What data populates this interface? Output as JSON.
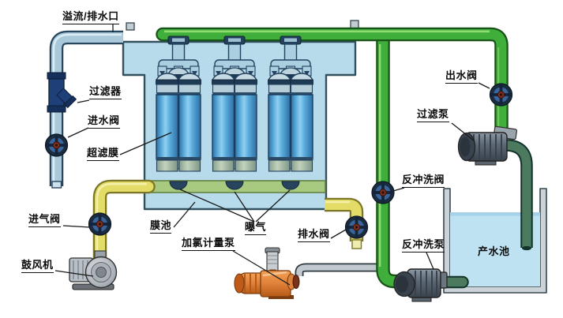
{
  "diagram": {
    "title": "ultrafiltration-membrane-water-treatment-process",
    "labels": {
      "overflow_outlet": "溢流/排水口",
      "filter": "过滤器",
      "inlet_valve": "进水阀",
      "uf_membrane": "超滤膜",
      "air_valve": "进气阀",
      "blower": "鼓风机",
      "membrane_tank": "膜池",
      "chlorine_dosing_pump": "加氯计量泵",
      "aeration": "曝气",
      "drain_valve": "排水阀",
      "backwash_valve": "反冲洗阀",
      "backwash_pump": "反冲洗泵",
      "product_tank": "产水池",
      "outlet_valve": "出水阀",
      "filter_pump": "过滤泵"
    },
    "colors": {
      "water": "#b7dbeb",
      "product_water": "#bfe2f2",
      "pipe_green": "#3fae3a",
      "pipe_dark_green": "#4c7a5e",
      "pipe_yellow": "#e3dc66",
      "pipe_blue": "#a9c9db",
      "aeration_pipe": "#a8ca80",
      "membrane_blue": "#4e9fd2",
      "valve_body": "#1a2c40",
      "valve_hub": "#7e2f1e",
      "pump_orange": "#e0813a",
      "pump_slate": "#5a6672",
      "blower_gray": "#c5cad0"
    }
  }
}
